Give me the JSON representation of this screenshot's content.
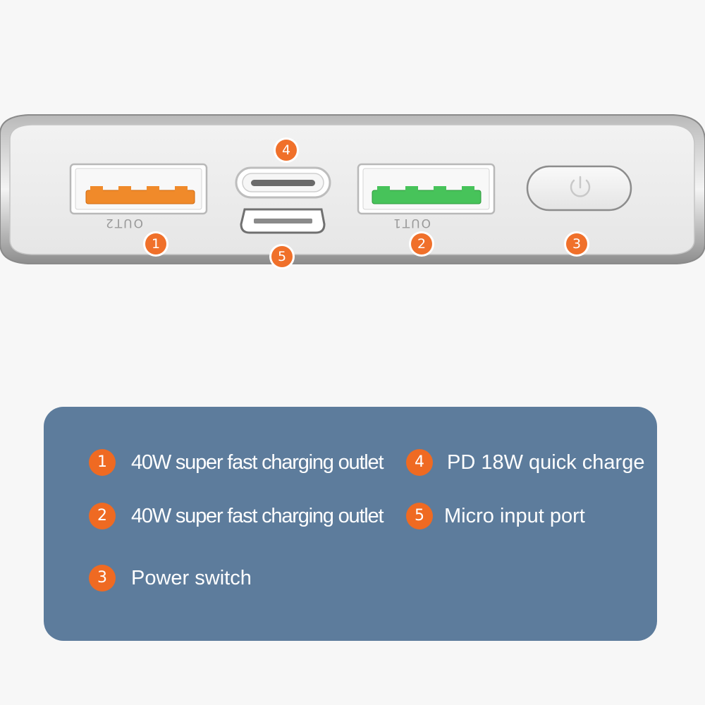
{
  "device": {
    "port_labels": {
      "out2": "OUT2",
      "out1": "OUT1"
    },
    "callouts": [
      "1",
      "2",
      "3",
      "4",
      "5"
    ],
    "colors": {
      "body": "#eeeeee",
      "frame": "#9a9a9a",
      "out2_tongue": "#f08a2a",
      "out1_tongue": "#47c35a",
      "callout": "#f0702a"
    },
    "icons": [
      "power-icon"
    ]
  },
  "legend": {
    "background": "#5d7c9c",
    "items": [
      {
        "num": "1",
        "text": "40W super fast charging outlet"
      },
      {
        "num": "2",
        "text": "40W super fast charging outlet"
      },
      {
        "num": "3",
        "text": "Power switch"
      },
      {
        "num": "4",
        "text": "PD 18W quick charge"
      },
      {
        "num": "5",
        "text": "Micro input port"
      }
    ]
  }
}
